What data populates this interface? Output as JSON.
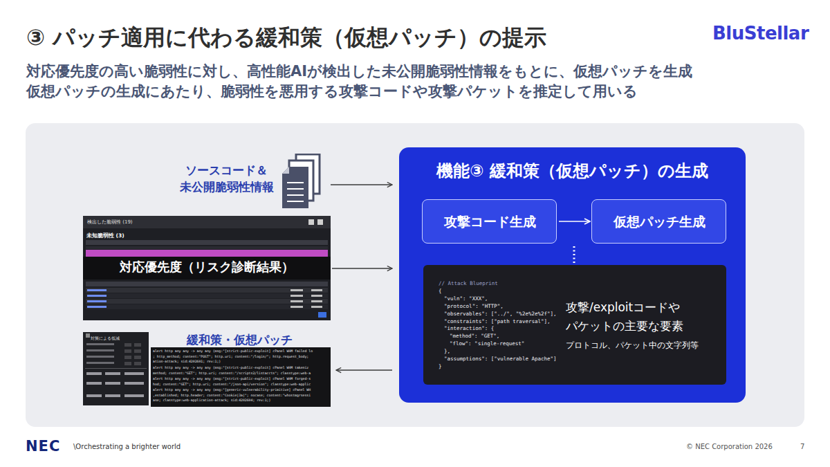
{
  "diagram": {
    "title": "③ パッチ適用に代わる緩和策（仮想パッチ）の提示",
    "nodes": [
      {
        "text": [
          "ソースコード＆ 未公開脆弱性情報"
        ]
      },
      {
        "text": [
          "検出した脆弱性 (19)",
          "未知脆弱性 (3)",
          "対応優先度（リスク診断結果）"
        ]
      },
      {
        "text": [
          "緩和策・仮想パッチ",
          "対策による低減",
          "alert http any any -> any any (msg:\"[strict-public-exploit] cPanel WHM failed lo",
          "; http_method; content:\"POST\"; http.uri; content:\"/login/\"; http.request_body;",
          "ation-attack; sid:4202601; rev:1;)",
          "alert http any any -> any any (msg:\"[strict-public-exploit] cPanel WHM takeniz",
          "method; content:\"GET\"; http.uri; content:\"/scripts2/listaccts\"; classtype:web-a",
          "alert http any any -> any any (msg:\"[strict-public-exploit] cPanel WHM forged-s",
          "hod; content:\"GET\"; http.uri; content:\"/json-api/version\"; classtype:web-applic",
          "alert http any any -> any any (msg:\"[generic-vulnerability-primitive] cPanel WH",
          ",established; http.header; content:\"Cookie|3a|\"; nocase; content:\"whostmgrsessi",
          "ase; classtype:web-application-attack; sid:4202604; rev:1;)"
        ]
      },
      {
        "text": [
          "機能③ 緩和策（仮想パッチ）の生成"
        ]
      },
      {
        "text": [
          "攻撃コード生成"
        ],
        "in": 3
      },
      {
        "text": [
          "仮想パッチ生成"
        ],
        "in": 3
      },
      {
        "text": [
          "// Attack Blueprint",
          "{",
          "\"vuln\": \"XXX\",",
          "\"protocol\": \"HTTP\",",
          "\"observables\": [\"../\", \"%2e%2e%2f\"],",
          "\"constraints\": [\"path traversal\"],",
          "\"interaction\": {",
          "\"method\": \"GET\",",
          "\"flow\": \"single-request\"",
          "},",
          "\"assumptions\": [\"vulnerable Apache\"]",
          "}",
          "攻撃/exploitコードや パケットの主要な要素",
          "プロトコル、パケット中の文字列等"
        ],
        "in": 3
      }
    ],
    "edges": [
      {
        "from": 0,
        "to": 3,
        "arrow": "to"
      },
      {
        "from": 1,
        "to": 3,
        "arrow": "to"
      },
      {
        "from": 3,
        "to": 2,
        "arrow": "to"
      },
      {
        "from": 4,
        "to": 5,
        "arrow": "to"
      }
    ],
    "labels": [
      "対応優先度の高い脆弱性に対し、高性能AIが検出した未公開脆弱性情報をもとに、仮想パッチを生成",
      "仮想パッチの生成にあたり、脆弱性を悪用する攻撃コードや攻撃パケットを推定して用いる",
      "BluStellar",
      "NEC",
      "\\Orchestrating a brighter world",
      "© NEC Corporation 2026",
      "7"
    ]
  }
}
